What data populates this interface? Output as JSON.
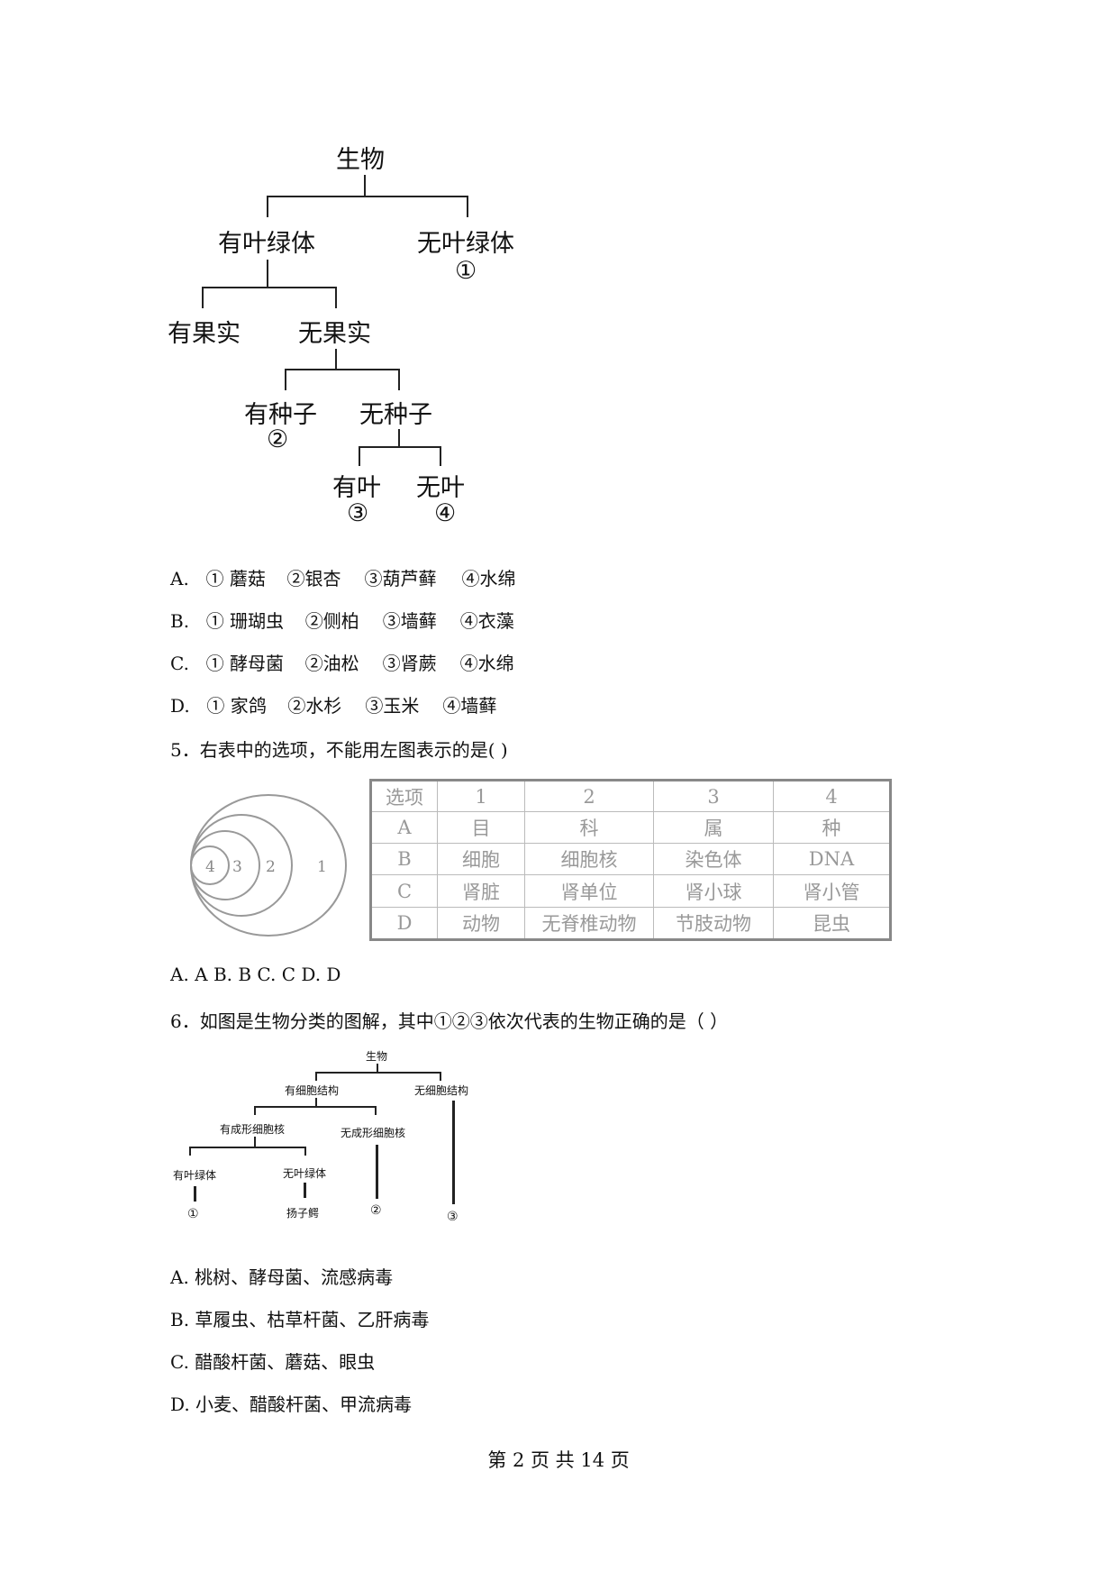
{
  "tree1": {
    "root": "生物",
    "l1_left": "有叶绿体",
    "l1_right": "无叶绿体",
    "l1_right_num": "①",
    "l2_left": "有果实",
    "l2_right": "无果实",
    "l3_left": "有种子",
    "l3_left_num": "②",
    "l3_right": "无种子",
    "l4_left": "有叶",
    "l4_left_num": "③",
    "l4_right": "无叶",
    "l4_right_num": "④"
  },
  "q4_options": [
    {
      "label": "A.",
      "items": [
        "① 蘑菇",
        "②银杏",
        "③葫芦藓",
        "④水绵"
      ]
    },
    {
      "label": "B.",
      "items": [
        "① 珊瑚虫",
        "②侧柏",
        "③墙藓",
        "④衣藻"
      ]
    },
    {
      "label": "C.",
      "items": [
        "① 酵母菌",
        "②油松",
        "③肾蕨",
        "④水绵"
      ]
    },
    {
      "label": "D.",
      "items": [
        "① 家鸽",
        "②水杉",
        "③玉米",
        "④墙藓"
      ]
    }
  ],
  "q5": {
    "text": "5．右表中的选项，不能用左图表示的是(        )",
    "circle_labels": [
      "4",
      "3",
      "2",
      "1"
    ],
    "table_header": [
      "选项",
      "1",
      "2",
      "3",
      "4"
    ],
    "table_rows": [
      [
        "A",
        "目",
        "科",
        "属",
        "种"
      ],
      [
        "B",
        "细胞",
        "细胞核",
        "染色体",
        "DNA"
      ],
      [
        "C",
        "肾脏",
        "肾单位",
        "肾小球",
        "肾小管"
      ],
      [
        "D",
        "动物",
        "无脊椎动物",
        "节肢动物",
        "昆虫"
      ]
    ],
    "options": "A. A    B. B    C. C    D. D"
  },
  "q6": {
    "text": "6．如图是生物分类的图解，其中①②③依次代表的生物正确的是（          ）",
    "tree": {
      "root": "生物",
      "a": "有细胞结构",
      "b": "无细胞结构",
      "c": "有成形细胞核",
      "d": "无成形细胞核",
      "e": "有叶绿体",
      "f": "无叶绿体",
      "f_child": "扬子鳄",
      "n1": "①",
      "n2": "②",
      "n3": "③"
    },
    "options": [
      "A. 桃树、酵母菌、流感病毒",
      "B. 草履虫、枯草杆菌、乙肝病毒",
      "C. 醋酸杆菌、蘑菇、眼虫",
      "D. 小麦、醋酸杆菌、甲流病毒"
    ]
  },
  "footer": "第 2 页 共 14 页"
}
